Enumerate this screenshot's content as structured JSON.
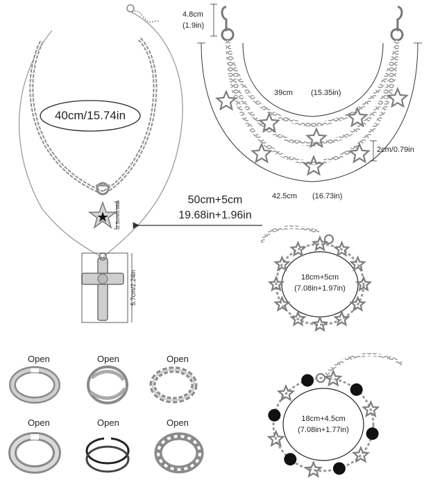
{
  "necklace": {
    "choker_length": "40cm/15.74in",
    "long_length_cm": "50cm+5cm",
    "long_length_in": "19.68in+1.96in",
    "star_pendant_size": "2.5cm/0.98in",
    "cross_pendant_size": "5.7cm/2.24in"
  },
  "waist_chain": {
    "hook_length_cm": "4.8cm",
    "hook_length_in": "(1.9in)",
    "inner_length_cm": "39cm",
    "inner_length_in": "(15.35in)",
    "star_size": "2cm/0.79in",
    "outer_length_cm": "42.5cm",
    "outer_length_in": "(16.73in)"
  },
  "bracelet_star": {
    "length_line1": "18cm+5cm",
    "length_line2": "(7.08in+1.97in)"
  },
  "bracelet_bead": {
    "length_line1": "18cm+4.5cm",
    "length_line2": "(7.08in+1.77in)"
  },
  "rings": [
    {
      "label": "Open"
    },
    {
      "label": "Open"
    },
    {
      "label": "Open"
    },
    {
      "label": "Open"
    },
    {
      "label": "Open"
    },
    {
      "label": "Open"
    }
  ],
  "colors": {
    "metal": "#9a9a9a",
    "line": "#333333",
    "bead": "#111111"
  }
}
